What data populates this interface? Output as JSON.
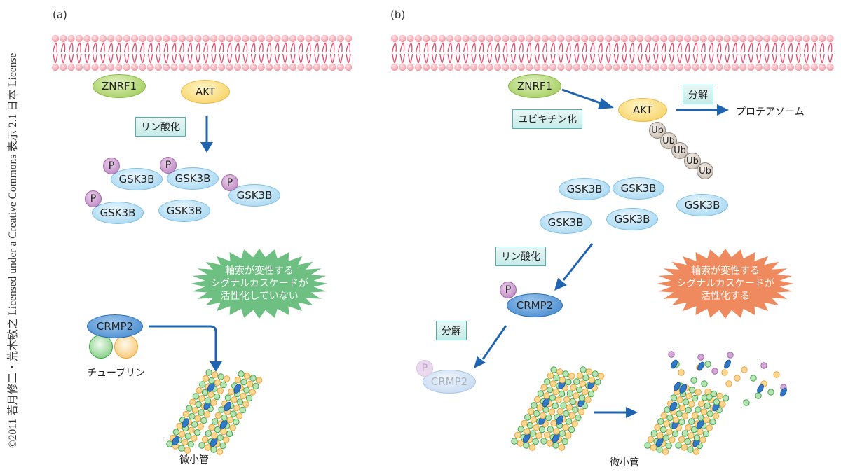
{
  "copyright": "©2011 若月修二・荒木敏之 Licensed under a Creative Commons 表示 2.1 日本 License",
  "colors": {
    "arrow": "#1e64b0",
    "membrane": "#f2a3ad",
    "membrane_tail": "#e0506e",
    "burst_inactive": "#6dbf82",
    "burst_active": "#ef8a5e"
  },
  "panel_a": {
    "label": "(a)",
    "znrf1": "ZNRF1",
    "akt": "AKT",
    "phosphorylation_tag": "リン酸化",
    "gsk3b_items": [
      {
        "label": "GSK3B",
        "phospho": "P"
      },
      {
        "label": "GSK3B",
        "phospho": "P"
      },
      {
        "label": "GSK3B",
        "phospho": "P"
      },
      {
        "label": "GSK3B",
        "phospho": "P"
      },
      {
        "label": "GSK3B",
        "phospho": ""
      }
    ],
    "signal_burst": "軸索が変性する\nシグナルカスケードが\n活性化していない",
    "crmp2": "CRMP2",
    "tubulin_label": "チューブリン",
    "microtubule_label": "微小管"
  },
  "panel_b": {
    "label": "(b)",
    "znrf1": "ZNRF1",
    "ubiquitination_tag": "ユビキチン化",
    "akt": "AKT",
    "degradation_tag": "分解",
    "proteasome_label": "プロテアソーム",
    "ubiquitin_chain": [
      "Ub",
      "Ub",
      "Ub",
      "Ub",
      "Ub"
    ],
    "gsk3b_items": [
      "GSK3B",
      "GSK3B",
      "GSK3B",
      "GSK3B",
      "GSK3B"
    ],
    "phosphorylation_tag": "リン酸化",
    "crmp2": "CRMP2",
    "crmp2_phospho": "P",
    "degradation_tag_2": "分解",
    "crmp2_degraded": "CRMP2",
    "crmp2_degraded_phospho": "P",
    "signal_burst": "軸索が変性する\nシグナルカスケードが\n活性化する",
    "microtubule_label": "微小管"
  }
}
